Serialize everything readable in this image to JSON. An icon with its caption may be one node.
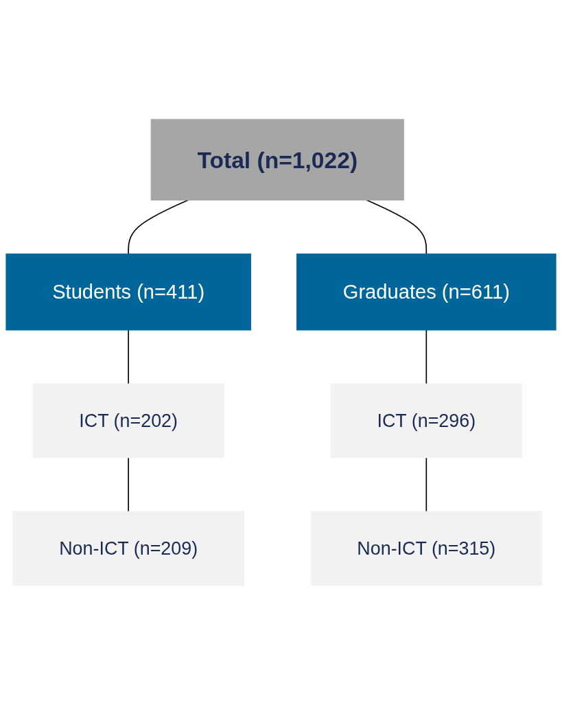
{
  "diagram": {
    "nodes": [
      {
        "text": [
          "Total (n=1,022)"
        ]
      },
      {
        "text": [
          "Students (n=411)"
        ]
      },
      {
        "text": [
          "Graduates (n=611)"
        ]
      },
      {
        "text": [
          "ICT (n=202)"
        ]
      },
      {
        "text": [
          "Non-ICT (n=209)"
        ]
      },
      {
        "text": [
          "ICT (n=296)"
        ]
      },
      {
        "text": [
          "Non-ICT (n=315)"
        ]
      }
    ],
    "edges": [
      {
        "from": 0,
        "to": 1,
        "arrow": "none"
      },
      {
        "from": 0,
        "to": 2,
        "arrow": "none"
      },
      {
        "from": 1,
        "to": 3,
        "arrow": "none"
      },
      {
        "from": 3,
        "to": 4,
        "arrow": "none"
      },
      {
        "from": 2,
        "to": 5,
        "arrow": "none"
      },
      {
        "from": 5,
        "to": 6,
        "arrow": "none"
      }
    ]
  }
}
